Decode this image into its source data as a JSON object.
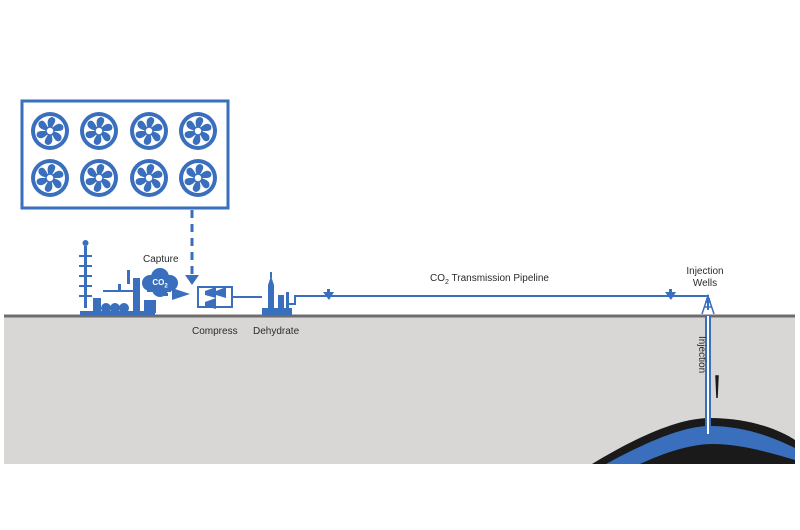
{
  "colors": {
    "accent": "#3a6fbd",
    "ground": "#d9d6d6",
    "ground_line": "#6d6d6d",
    "rock": "#1a1a1a"
  },
  "labels": {
    "capture": "Capture",
    "co2_bubble_main": "CO",
    "co2_bubble_sub": "2",
    "compress": "Compress",
    "dehydrate": "Dehydrate",
    "pipeline_prefix": "CO",
    "pipeline_sub": "2",
    "pipeline_rest": " Transmission Pipeline",
    "injection_wells_line1": "Injection",
    "injection_wells_line2": "Wells",
    "injection": "Injection"
  },
  "icons": {
    "fan": "fan-icon",
    "factory": "factory-icon",
    "compressor": "compressor-icon",
    "dehydrator": "dehydrator-icon",
    "valve": "valve-icon",
    "wellhead": "wellhead-icon"
  }
}
